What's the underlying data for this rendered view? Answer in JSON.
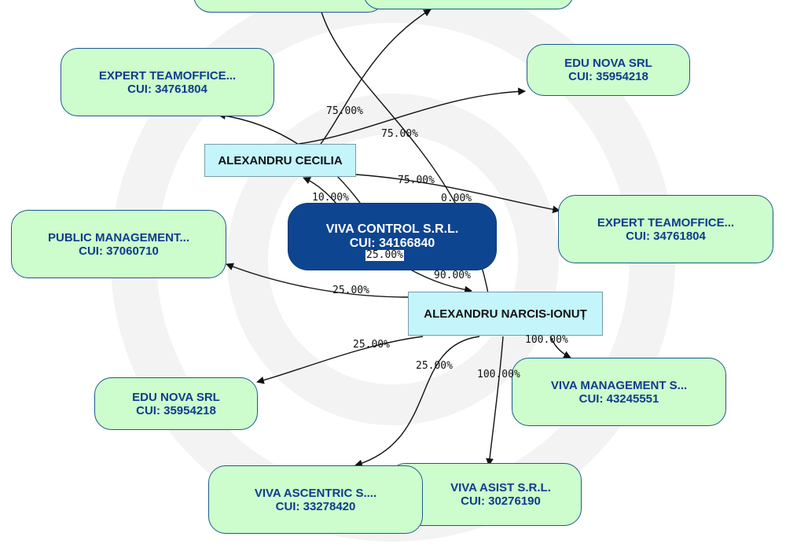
{
  "center": {
    "name": "VIVA CONTROL S.R.L.",
    "cui": "CUI: 34166840"
  },
  "persons": {
    "cecilia": "ALEXANDRU CECILIA",
    "narcis": "ALEXANDRU NARCIS-IONUȚ"
  },
  "companies": {
    "top_left_partial": {
      "name": "",
      "cui": ""
    },
    "top_mid_partial": {
      "name": "",
      "cui": ""
    },
    "expert_teamoffice_left": {
      "name": "EXPERT TEAMOFFICE...",
      "cui": "CUI: 34761804"
    },
    "edu_nova_top": {
      "name": "EDU NOVA SRL",
      "cui": "CUI: 35954218"
    },
    "expert_teamoffice_right": {
      "name": "EXPERT TEAMOFFICE...",
      "cui": "CUI: 34761804"
    },
    "public_management": {
      "name": "PUBLIC MANAGEMENT...",
      "cui": "CUI: 37060710"
    },
    "edu_nova_bottom": {
      "name": "EDU NOVA SRL",
      "cui": "CUI: 35954218"
    },
    "viva_management": {
      "name": "VIVA MANAGEMENT S...",
      "cui": "CUI: 43245551"
    },
    "viva_asist": {
      "name": "VIVA ASIST S.R.L.",
      "cui": "CUI: 30276190"
    },
    "viva_ascentric": {
      "name": "VIVA ASCENTRIC S....",
      "cui": "CUI: 33278420"
    }
  },
  "edge_labels": {
    "cecilia_top": "75.00%",
    "cecilia_edu_nova": "75.00%",
    "cecilia_expert_right": "75.00%",
    "cecilia_center": "10.00%",
    "zero": "0.00%",
    "center_cross": "25.00%",
    "center_narcis": "90.00%",
    "narcis_public": "25.00%",
    "narcis_edu_nova": "25.00%",
    "narcis_ascentric": "25.00%",
    "narcis_management": "100.00%",
    "narcis_asist": "100.00%"
  },
  "colors": {
    "company_fill": "#cdfccd",
    "company_border": "#1d5a8e",
    "company_text": "#0d3d8c",
    "person_fill": "#c3f5fb",
    "center_fill": "#0e4590",
    "edge": "#111111",
    "rings": "#f2f2f2"
  }
}
